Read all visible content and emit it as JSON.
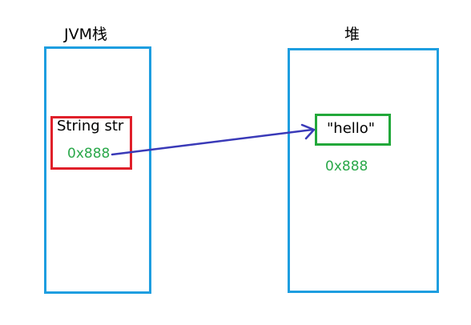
{
  "stack": {
    "title": "JVM栈",
    "variable": {
      "name": "String str",
      "address": "0x888"
    }
  },
  "heap": {
    "title": "堆",
    "object": {
      "value": "\"hello\"",
      "address": "0x888"
    }
  },
  "colors": {
    "region_border": "#1e9ee0",
    "variable_border": "#e0202a",
    "object_border": "#22a83a",
    "address_text": "#2aa84a",
    "arrow": "#3a3ab8"
  }
}
